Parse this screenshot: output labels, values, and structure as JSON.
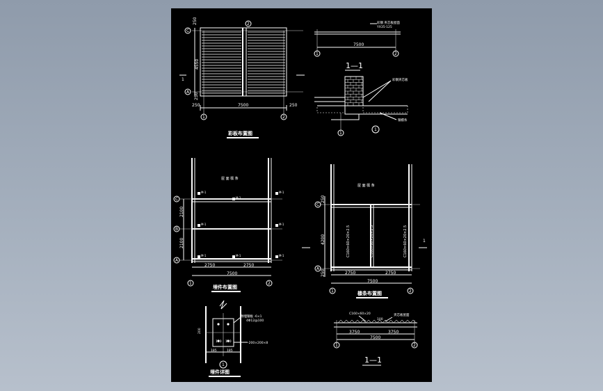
{
  "sheet": {
    "panel_layout": {
      "title": "彩板布置图",
      "dim_total": "7500",
      "dim_left": "250",
      "dim_right": "250",
      "height_top": "250",
      "height_mid": "4550",
      "height_bot": "250",
      "axis_1": "1",
      "axis_2": "2",
      "axis_a": "A",
      "axis_c": "C",
      "axis_2top": "2",
      "marker": "1"
    },
    "top_elevation": {
      "note1": "彩钢 夹芯板屋面",
      "note2": "YX35-125",
      "dim": "7500",
      "axis_1": "1",
      "axis_2": "2"
    },
    "section_1_1": {
      "title": "1—1",
      "note1": "彩钢夹芯板",
      "note2": "钢檩条",
      "note3": "砖墙",
      "axis": "1",
      "axis2": "1"
    },
    "embed_layout": {
      "title": "埋件布置图",
      "caption": "屋 面 檩 条",
      "dim_a": "2750",
      "dim_b": "2750",
      "dim_total": "7500",
      "h1": "2100",
      "h2": "2100",
      "label_m": "M-1",
      "axis_1": "1",
      "axis_2": "2",
      "axis_a": "A",
      "axis_b": "B",
      "axis_c": "C"
    },
    "purlin_layout": {
      "title": "檩条布置图",
      "caption": "屋 面 檩 条",
      "dim_a": "2750",
      "dim_b": "2750",
      "dim_total": "7500",
      "h_top": "250",
      "h_mid": "4200",
      "h_bot": "250",
      "purlin_1": "C160×60×20×2.5",
      "purlin_2": "C160×60×20×2.5",
      "purlin_3": "C160×60×20×2.5",
      "axis_1": "1",
      "axis_2": "2",
      "axis_a": "A",
      "axis_c": "C",
      "marker": "1"
    },
    "embed_detail": {
      "title": "埋件详图",
      "note1": "预埋钢板 -6×1",
      "note2": "4Φ12@100",
      "note3": "-200×200×8",
      "dim1": "100",
      "dim2": "100",
      "dim3": "200",
      "dim4": "185",
      "dim5": "185",
      "axis": "1"
    },
    "bottom_section": {
      "title": "1—1",
      "note1": "C160×60×20",
      "note2": "夹芯板屋面",
      "note3": "100",
      "dim_a": "3750",
      "dim_b": "3750",
      "dim_total": "7500",
      "axis_1": "1",
      "axis_2": "2"
    }
  }
}
